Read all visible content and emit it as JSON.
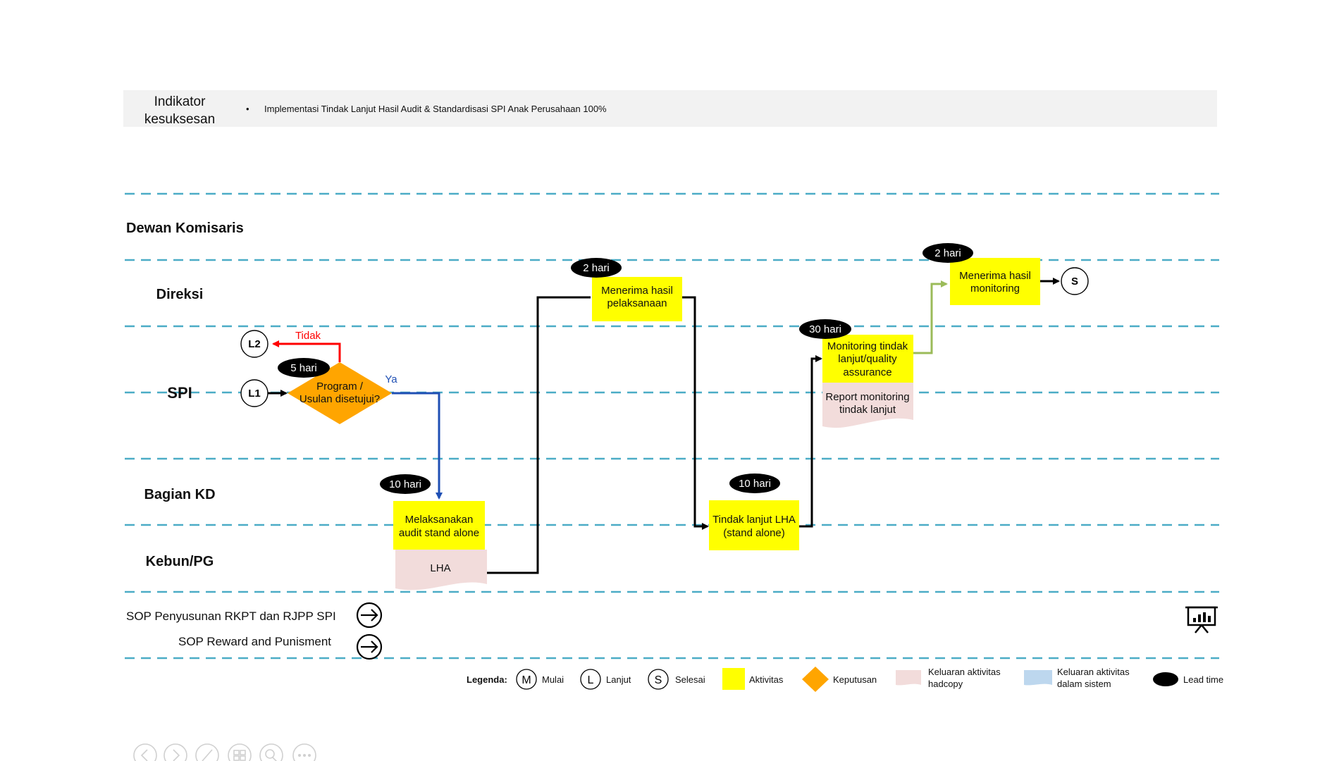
{
  "header": {
    "label_line1": "Indikator",
    "label_line2": "kesuksesan",
    "bullet": "•",
    "indicator": "Implementasi Tindak Lanjut Hasil Audit & Standardisasi SPI Anak Perusahaan 100%"
  },
  "lanes": [
    "Dewan Komisaris",
    "Direksi",
    "SPI",
    "Bagian KD",
    "Kebun/PG"
  ],
  "connectors": {
    "l1": "L1",
    "l2": "L2",
    "end": "S"
  },
  "decision": {
    "line1": "Program /",
    "line2": "Usulan disetujui?",
    "no_label": "Tidak",
    "yes_label": "Ya",
    "lead_time": "5 hari"
  },
  "activities": {
    "audit": {
      "line1": "Melaksanakan",
      "line2": "audit stand alone",
      "lead_time": "10 hari",
      "output": "LHA"
    },
    "receive_exec": {
      "line1": "Menerima hasil",
      "line2": "pelaksanaan",
      "lead_time": "2 hari"
    },
    "followup": {
      "line1": "Tindak lanjut LHA",
      "line2": "(stand alone)",
      "lead_time": "10 hari"
    },
    "monitoring": {
      "line1": "Monitoring tindak",
      "line2": "lanjut/quality",
      "line3": "assurance",
      "lead_time": "30 hari",
      "output_line1": "Report monitoring",
      "output_line2": "tindak lanjut"
    },
    "receive_mon": {
      "line1": "Menerima hasil",
      "line2": "monitoring",
      "lead_time": "2 hari"
    }
  },
  "sops": [
    "SOP Penyusunan RKPT dan RJPP SPI",
    "SOP Reward and Punisment"
  ],
  "legend": {
    "title": "Legenda:",
    "start_symbol": "M",
    "start": "Mulai",
    "next_symbol": "L",
    "next": "Lanjut",
    "end_symbol": "S",
    "end": "Selesai",
    "activity": "Aktivitas",
    "decision": "Keputusan",
    "hardcopy_line1": "Keluaran aktivitas",
    "hardcopy_line2": "hadcopy",
    "system_line1": "Keluaran aktivitas",
    "system_line2": "dalam sistem",
    "lead_time": "Lead time"
  },
  "colors": {
    "activity": "#ffff00",
    "decision": "#ffa500",
    "hardcopy": "#f2dcdb",
    "system": "#bdd7ee",
    "lane_line": "#4bacc6",
    "no_arrow": "#ff0000",
    "yes_arrow": "#1f4fb4",
    "monitor_arrow": "#9bbb59"
  },
  "icons": [
    "presentation-icon",
    "prev-slide-icon",
    "next-slide-icon",
    "pen-icon",
    "slides-icon",
    "zoom-icon",
    "more-icon",
    "arrow-right-circle-icon"
  ]
}
